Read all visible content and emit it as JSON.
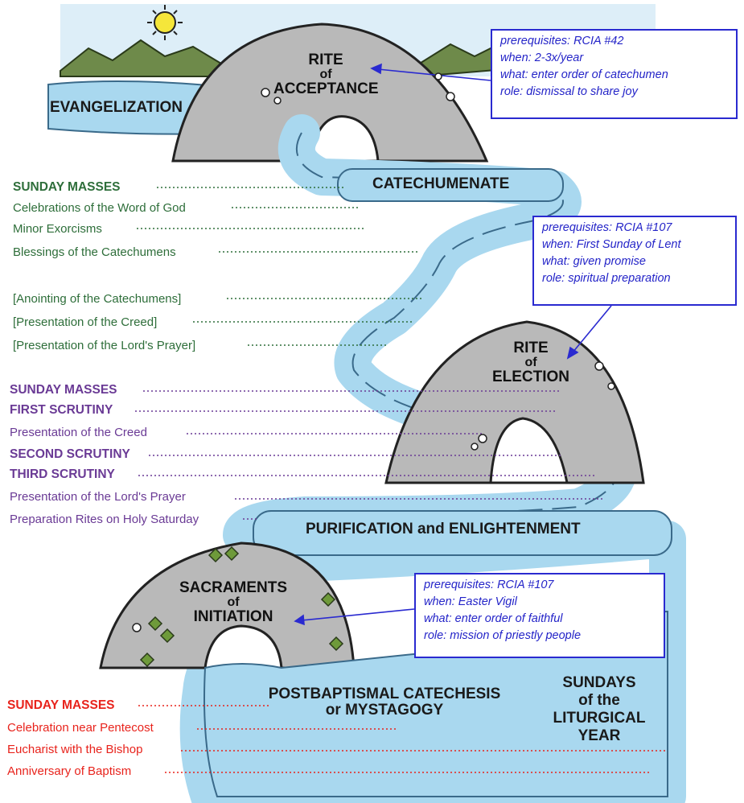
{
  "stages": {
    "evangelization": "EVANGELIZATION",
    "catechumenate": "CATECHUMENATE",
    "purification": "PURIFICATION and ENLIGHTENMENT",
    "mystagogy_line1": "POSTBAPTISMAL CATECHESIS",
    "mystagogy_line2": "or MYSTAGOGY",
    "sundays_line1": "SUNDAYS",
    "sundays_line2": "of the",
    "sundays_line3": "LITURGICAL",
    "sundays_line4": "YEAR"
  },
  "rites": {
    "acceptance": {
      "line1": "RITE",
      "line2": "of",
      "line3": "ACCEPTANCE"
    },
    "election": {
      "line1": "RITE",
      "line2": "of",
      "line3": "ELECTION"
    },
    "initiation": {
      "line1": "SACRAMENTS",
      "line2": "of",
      "line3": "INITIATION"
    }
  },
  "notes": {
    "acceptance": [
      "prerequisites: RCIA #42",
      "when: 2-3x/year",
      "what: enter order of catechumen",
      "role: dismissal to share joy"
    ],
    "election": [
      "prerequisites: RCIA #107",
      "when: First Sunday of Lent",
      "what: given promise",
      "role: spiritual preparation"
    ],
    "initiation": [
      "prerequisites: RCIA #107",
      "when: Easter Vigil",
      "what: enter order of faithful",
      "role: mission of priestly people"
    ]
  },
  "lists": {
    "catechumenate": [
      "SUNDAY MASSES",
      "Celebrations of the Word of God",
      "Minor Exorcisms",
      "Blessings of the Catechumens",
      "[Anointing of the Catechumens]",
      "[Presentation of the Creed]",
      "[Presentation of the Lord's Prayer]"
    ],
    "purification": [
      "SUNDAY MASSES",
      "FIRST SCRUTINY",
      "Presentation of the Creed",
      "SECOND SCRUTINY",
      "THIRD SCRUTINY",
      "Presentation of the Lord's Prayer",
      "Preparation Rites on Holy Saturday"
    ],
    "mystagogy": [
      "SUNDAY MASSES",
      "Celebration near Pentecost",
      "Eucharist with the Bishop",
      "Anniversary of Baptism"
    ]
  },
  "colors": {
    "green": "#2e6e3a",
    "purple": "#6a3a95",
    "red": "#e8231c",
    "note_blue": "#2a2ad0",
    "river": "#a9d8ef",
    "mountain": "#b9b9b9",
    "sky": "#ddeef8"
  },
  "icons": [
    "sun-icon",
    "mountain-range",
    "river",
    "rock-arch"
  ]
}
